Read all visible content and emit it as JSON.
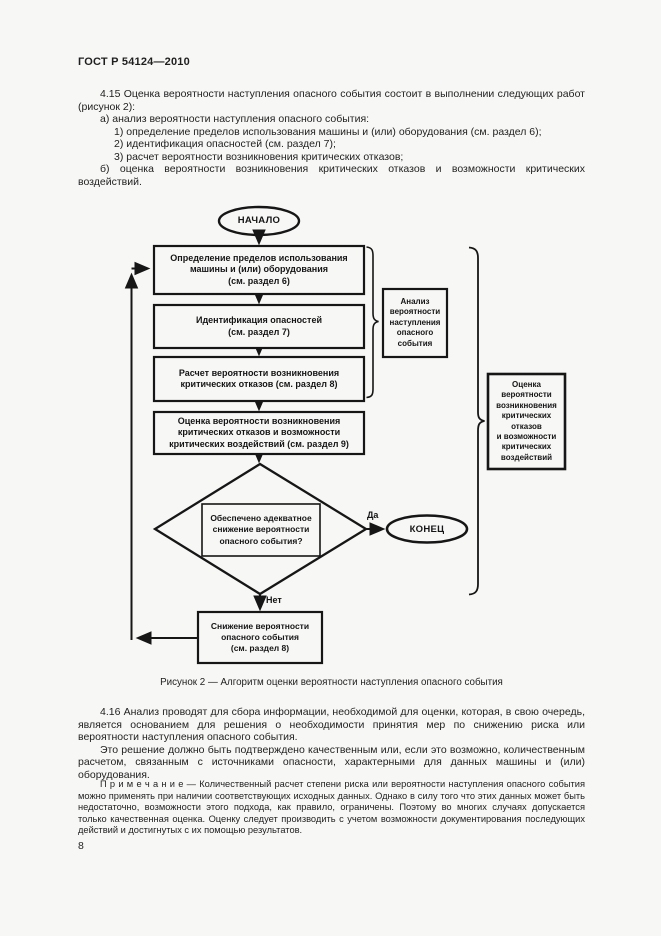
{
  "colors": {
    "ink": "#1f1f1f",
    "paper": "#f7f7f6",
    "line": "#161616"
  },
  "header": {
    "title": "ГОСТ Р 54124—2010",
    "page_number": "8"
  },
  "section_415": {
    "lead": "4.15  Оценка вероятности наступления опасного события состоит в выполнении следующих работ (рисунок 2):",
    "item_a": "а) анализ вероятности наступления опасного события:",
    "item_1": "1) определение пределов использования машины и (или) оборудования (см. раздел 6);",
    "item_2": "2) идентификация опасностей (см. раздел 7);",
    "item_3": "3) расчет вероятности возникновения критических отказов;",
    "item_b": "б) оценка вероятности возникновения критических отказов и возможности критических воздействий."
  },
  "flowchart": {
    "start_label": "НАЧАЛО",
    "end_label": "КОНЕЦ",
    "yes_label": "Да",
    "no_label": "Нет",
    "step_1": "Определение пределов использования\nмашины и (или) оборудования\n(см. раздел 6)",
    "step_2": "Идентификация опасностей\n(см. раздел 7)",
    "step_3": "Расчет вероятности возникновения\nкритических отказов (см. раздел 8)",
    "step_4": "Оценка вероятности возникновения\nкритических отказов и возможности\nкритических воздействий (см. раздел 9)",
    "decision": "Обеспечено адекватное\nснижение вероятности\nопасного события?",
    "step_5": "Снижение вероятности\nопасного события\n(см. раздел 8)",
    "brace_label_analysis": "Анализ\nвероятности\nнаступления\nопасного\nсобытия",
    "brace_label_assessment": "Оценка\nвероятности\nвозникновения\nкритических\nотказов\nи возможности\nкритических\nвоздействий"
  },
  "figure_caption": "Рисунок 2 — Алгоритм оценки вероятности наступления опасного события",
  "section_416": {
    "para_1": "4.16  Анализ проводят для сбора информации, необходимой для оценки, которая, в свою очередь, является основанием для решения о необходимости принятия мер по снижению риска или вероятности наступления опасного события.",
    "para_2": "Это решение должно быть подтверждено качественным или, если это возможно, количественным расчетом, связанным с источниками опасности, характерными для данных машины и (или) оборудования."
  },
  "note": "П р и м е ч а н и е — Количественный расчет степени риска или вероятности наступления опасного события можно применять при наличии соответствующих исходных данных. Однако в силу того что этих данных может быть недостаточно, возможности этого подхода, как правило, ограничены. Поэтому во многих случаях допускается только качественная оценка. Оценку следует производить с учетом возможности документирования последующих действий и достигнутых с их помощью результатов."
}
